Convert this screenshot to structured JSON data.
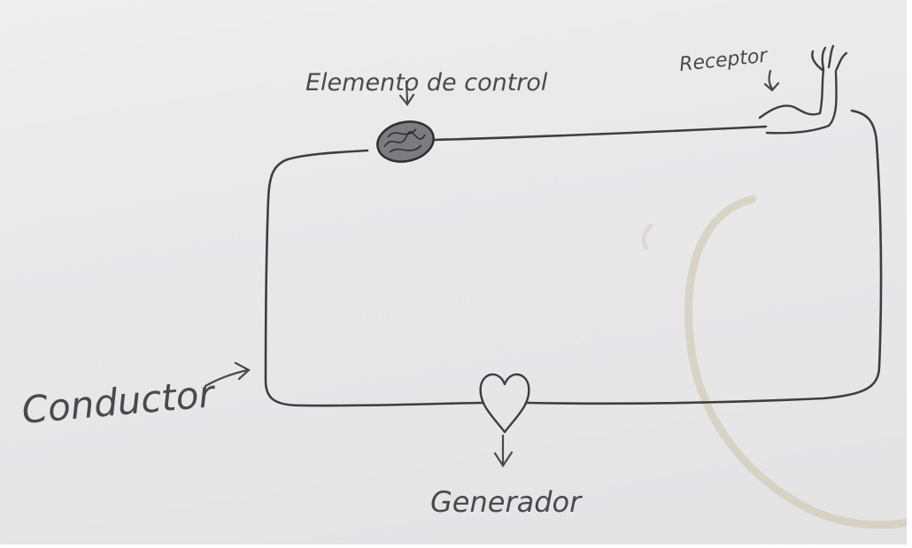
{
  "diagram": {
    "labels": {
      "control_element": "Elemento de control",
      "receptor": "Receptor",
      "conductor": "Conductor",
      "generator": "Generador"
    },
    "colors": {
      "paper": "#e9e9ea",
      "ink": "#4a4a4c",
      "stain": "#cbc4a8"
    }
  }
}
